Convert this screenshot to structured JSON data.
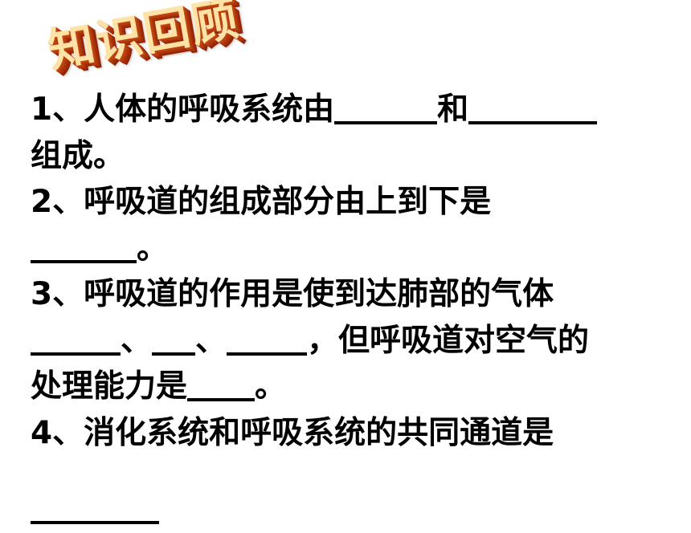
{
  "title_wordart": "知识回顾",
  "q1": {
    "num": "1",
    "text_a": "、人体的呼吸系统由",
    "text_b": "和",
    "line2_text": "组成。"
  },
  "q2": {
    "num": "2",
    "text_a": "、呼吸道的组成部分由上到下是",
    "line2_end": "。"
  },
  "q3": {
    "num": "3",
    "text_a": "、呼吸道的作用是使到达肺部的气体",
    "sep1": "、",
    "sep2": "、",
    "text_b": "，但呼吸道对空气的",
    "line3_text": "处理能力是",
    "line3_end": "。"
  },
  "q4": {
    "num": "4",
    "text_a": "、消化系统和呼吸系统的共同通道是"
  }
}
